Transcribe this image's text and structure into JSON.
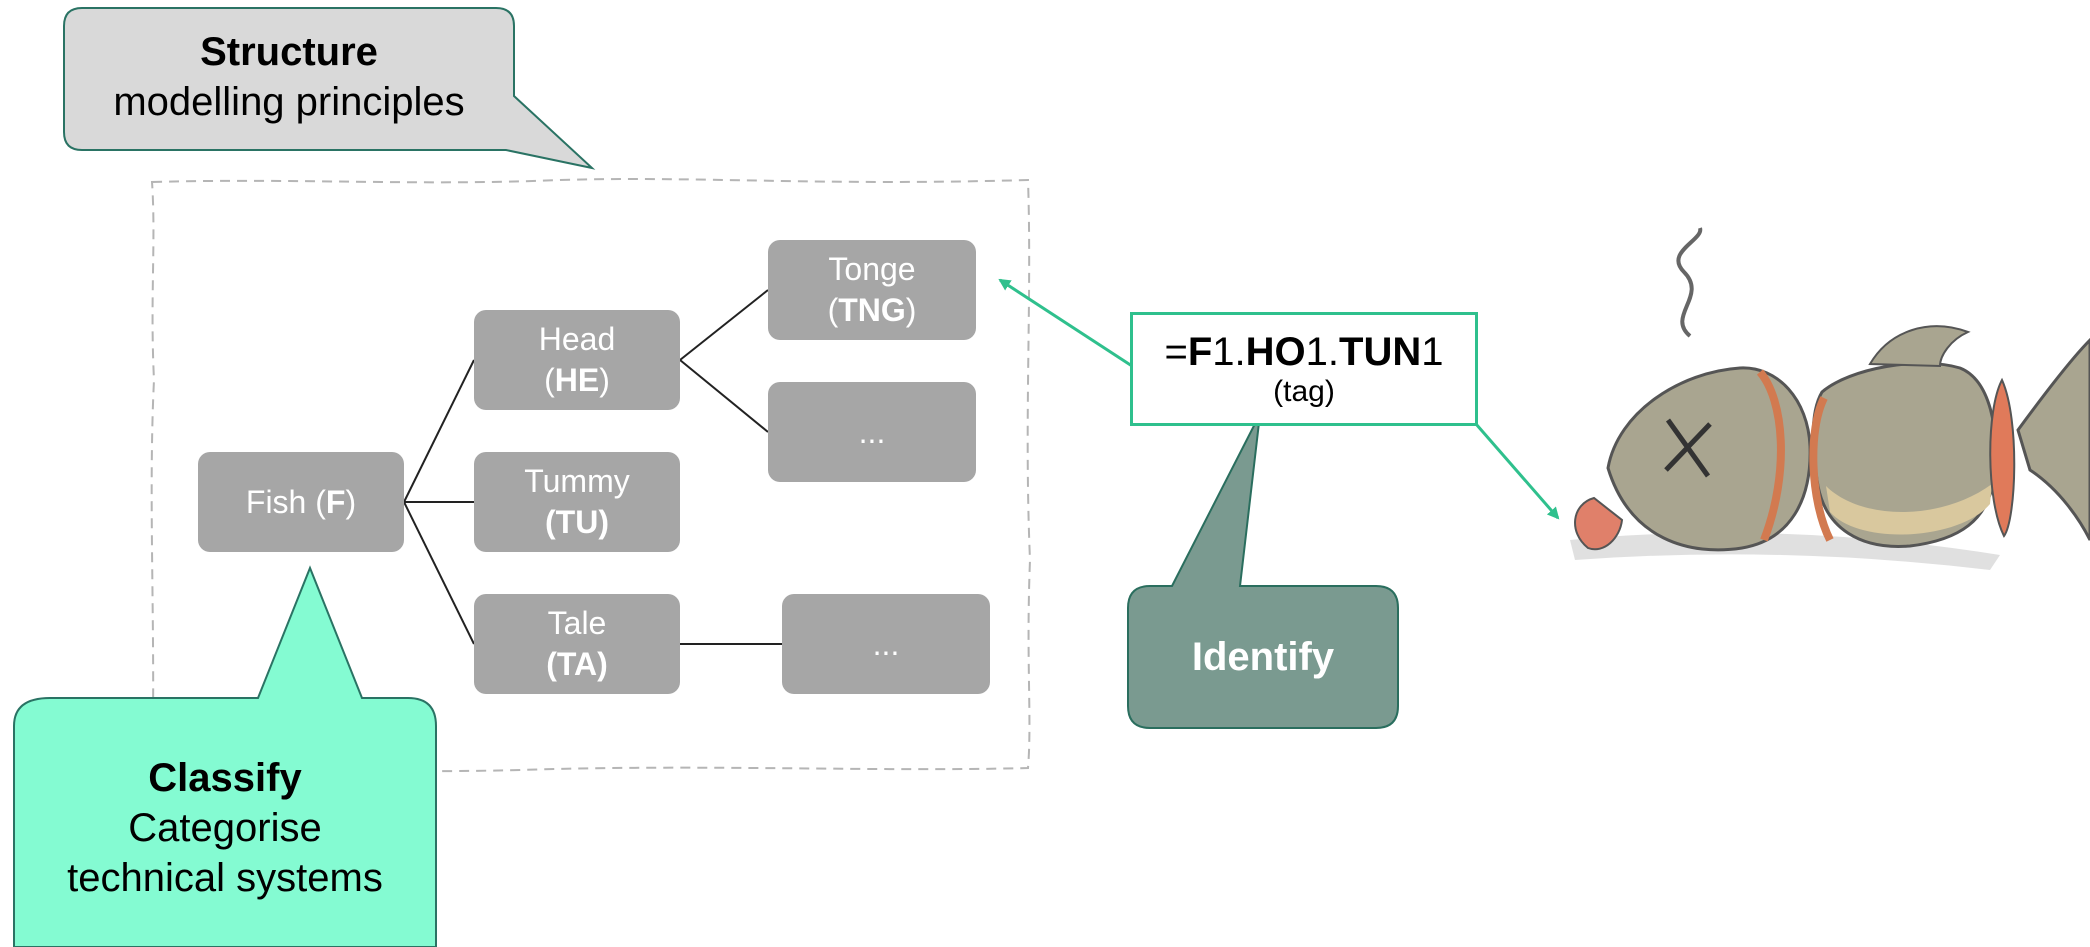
{
  "callouts": {
    "structure": {
      "title": "Structure",
      "subtitle": "modelling principles"
    },
    "classify": {
      "title": "Classify",
      "line1": "Categorise",
      "line2": "technical systems"
    },
    "identify": {
      "title": "Identify"
    }
  },
  "tree": {
    "fish": {
      "name": "Fish (",
      "code": "F",
      "close": ")"
    },
    "head": {
      "name": "Head",
      "open": "(",
      "code": "HE",
      "close": ")"
    },
    "tummy": {
      "name": "Tummy",
      "code": "(TU)"
    },
    "tale": {
      "name": "Tale",
      "code": "(TA)"
    },
    "tonge": {
      "name": "Tonge",
      "open": "(",
      "code": "TNG",
      "close": ")"
    },
    "more_head": "...",
    "more_tale": "..."
  },
  "tag": {
    "eq": "=",
    "p1": "F",
    "n1": "1.",
    "p2": "HO",
    "n2": "1.",
    "p3": "TUN",
    "n3": "1",
    "label": "(tag)"
  },
  "colors": {
    "node_fill": "#a6a6a6",
    "structure_fill": "#d9d9d9",
    "classify_fill": "#84fbd2",
    "identify_fill": "#7a9a90",
    "arrow": "#2fc08d"
  },
  "illustration": "cartoon-fish-cut-into-segments"
}
